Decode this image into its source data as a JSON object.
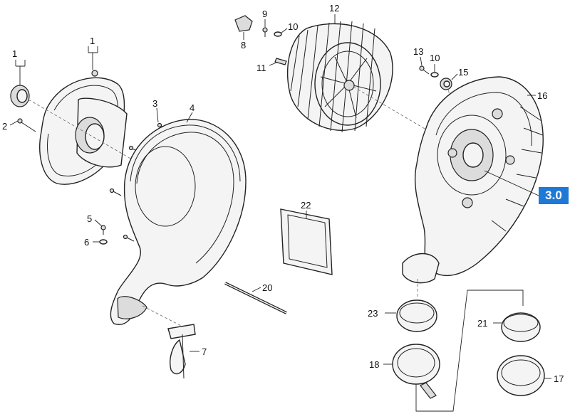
{
  "labels": {
    "p1a": "1",
    "p1b": "1",
    "p2": "2",
    "p3": "3",
    "p4": "4",
    "p5": "5",
    "p6": "6",
    "p7": "7",
    "p8": "8",
    "p9": "9",
    "p10a": "10",
    "p10b": "10",
    "p11": "11",
    "p12": "12",
    "p13": "13",
    "p15": "15",
    "p16": "16",
    "p17": "17",
    "p18": "18",
    "p20": "20",
    "p21": "21",
    "p22": "22",
    "p23": "23"
  },
  "reference_badge": {
    "text": "3.0",
    "color": "#1e78d6"
  }
}
